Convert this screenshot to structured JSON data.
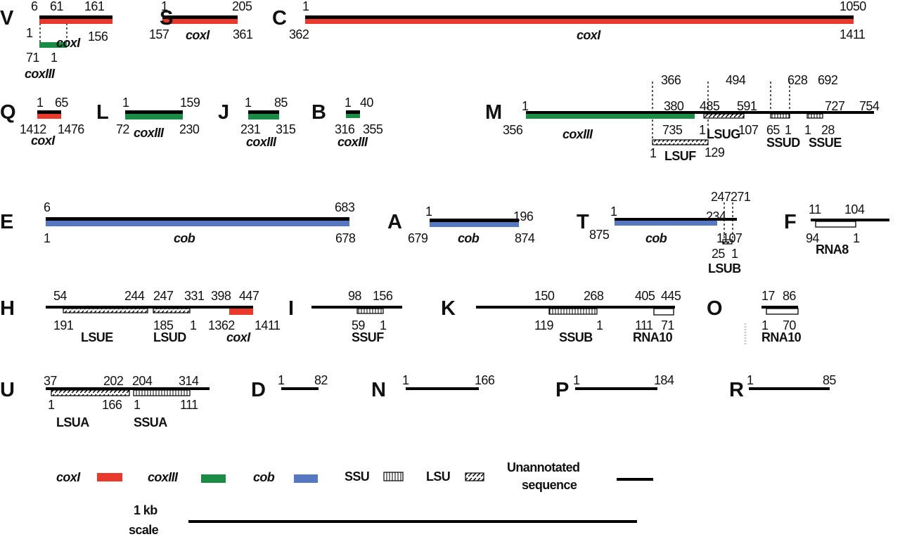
{
  "colors": {
    "coxI": "#e8392b",
    "coxIII": "#1a8c45",
    "cob": "#5578c0",
    "line": "#000000"
  },
  "panels": {
    "V": {
      "id": "V",
      "labels": [
        "6",
        "61",
        "161",
        "1",
        "156",
        "71",
        "1"
      ],
      "names": [
        "coxI",
        "coxIII"
      ]
    },
    "S": {
      "id": "S",
      "labels": [
        "1",
        "205",
        "157",
        "361"
      ],
      "names": [
        "coxI"
      ]
    },
    "C": {
      "id": "C",
      "labels": [
        "1",
        "1050",
        "362",
        "1411"
      ],
      "names": [
        "coxI"
      ]
    },
    "Q": {
      "id": "Q",
      "labels": [
        "1",
        "65",
        "1412",
        "1476"
      ],
      "names": [
        "coxI"
      ]
    },
    "L": {
      "id": "L",
      "labels": [
        "1",
        "159",
        "72",
        "230"
      ],
      "names": [
        "coxIII"
      ]
    },
    "J": {
      "id": "J",
      "labels": [
        "1",
        "85",
        "231",
        "315"
      ],
      "names": [
        "coxIII"
      ]
    },
    "B": {
      "id": "B",
      "labels": [
        "1",
        "40",
        "316",
        "355"
      ],
      "names": [
        "coxIII"
      ]
    },
    "M": {
      "id": "M",
      "labels": [
        "366",
        "494",
        "628",
        "692",
        "1",
        "380",
        "485",
        "591",
        "727",
        "754",
        "356",
        "735",
        "1",
        "107",
        "65",
        "1",
        "1",
        "28",
        "1",
        "129"
      ],
      "names": [
        "coxIII",
        "LSUG",
        "SSUD",
        "SSUE",
        "LSUF"
      ]
    },
    "E": {
      "id": "E",
      "labels": [
        "6",
        "683",
        "1",
        "678"
      ],
      "names": [
        "cob"
      ]
    },
    "A": {
      "id": "A",
      "labels": [
        "1",
        "196",
        "679",
        "874"
      ],
      "names": [
        "cob"
      ]
    },
    "T": {
      "id": "T",
      "labels": [
        "247",
        "271",
        "1",
        "234",
        "875",
        "1107",
        "25",
        "1"
      ],
      "names": [
        "cob",
        "LSUB"
      ]
    },
    "F": {
      "id": "F",
      "labels": [
        "11",
        "104",
        "94",
        "1"
      ],
      "names": [
        "RNA8"
      ]
    },
    "H": {
      "id": "H",
      "labels": [
        "54",
        "244",
        "247",
        "331",
        "398",
        "447",
        "191",
        "185",
        "1",
        "1362",
        "1411"
      ],
      "names": [
        "LSUE",
        "LSUD",
        "coxI"
      ]
    },
    "I": {
      "id": "I",
      "labels": [
        "98",
        "156",
        "59",
        "1"
      ],
      "names": [
        "SSUF"
      ]
    },
    "K": {
      "id": "K",
      "labels": [
        "150",
        "268",
        "405",
        "445",
        "119",
        "1",
        "111",
        "71"
      ],
      "names": [
        "SSUB",
        "RNA10"
      ]
    },
    "O": {
      "id": "O",
      "labels": [
        "17",
        "86",
        "1",
        "70"
      ],
      "names": [
        "RNA10"
      ]
    },
    "U": {
      "id": "U",
      "labels": [
        "37",
        "202",
        "204",
        "314",
        "1",
        "166",
        "1",
        "111"
      ],
      "names": [
        "LSUA",
        "SSUA"
      ]
    },
    "D": {
      "id": "D",
      "labels": [
        "1",
        "82"
      ],
      "names": []
    },
    "N": {
      "id": "N",
      "labels": [
        "1",
        "166"
      ],
      "names": []
    },
    "P": {
      "id": "P",
      "labels": [
        "1",
        "184"
      ],
      "names": []
    },
    "R": {
      "id": "R",
      "labels": [
        "1",
        "85"
      ],
      "names": []
    }
  },
  "legend": {
    "coxI": "coxI",
    "coxIII": "coxIII",
    "cob": "cob",
    "ssu": "SSU",
    "lsu": "LSU",
    "unannotated_1": "Unannotated",
    "unannotated_2": "sequence",
    "scale_1": "1 kb",
    "scale_2": "scale"
  }
}
